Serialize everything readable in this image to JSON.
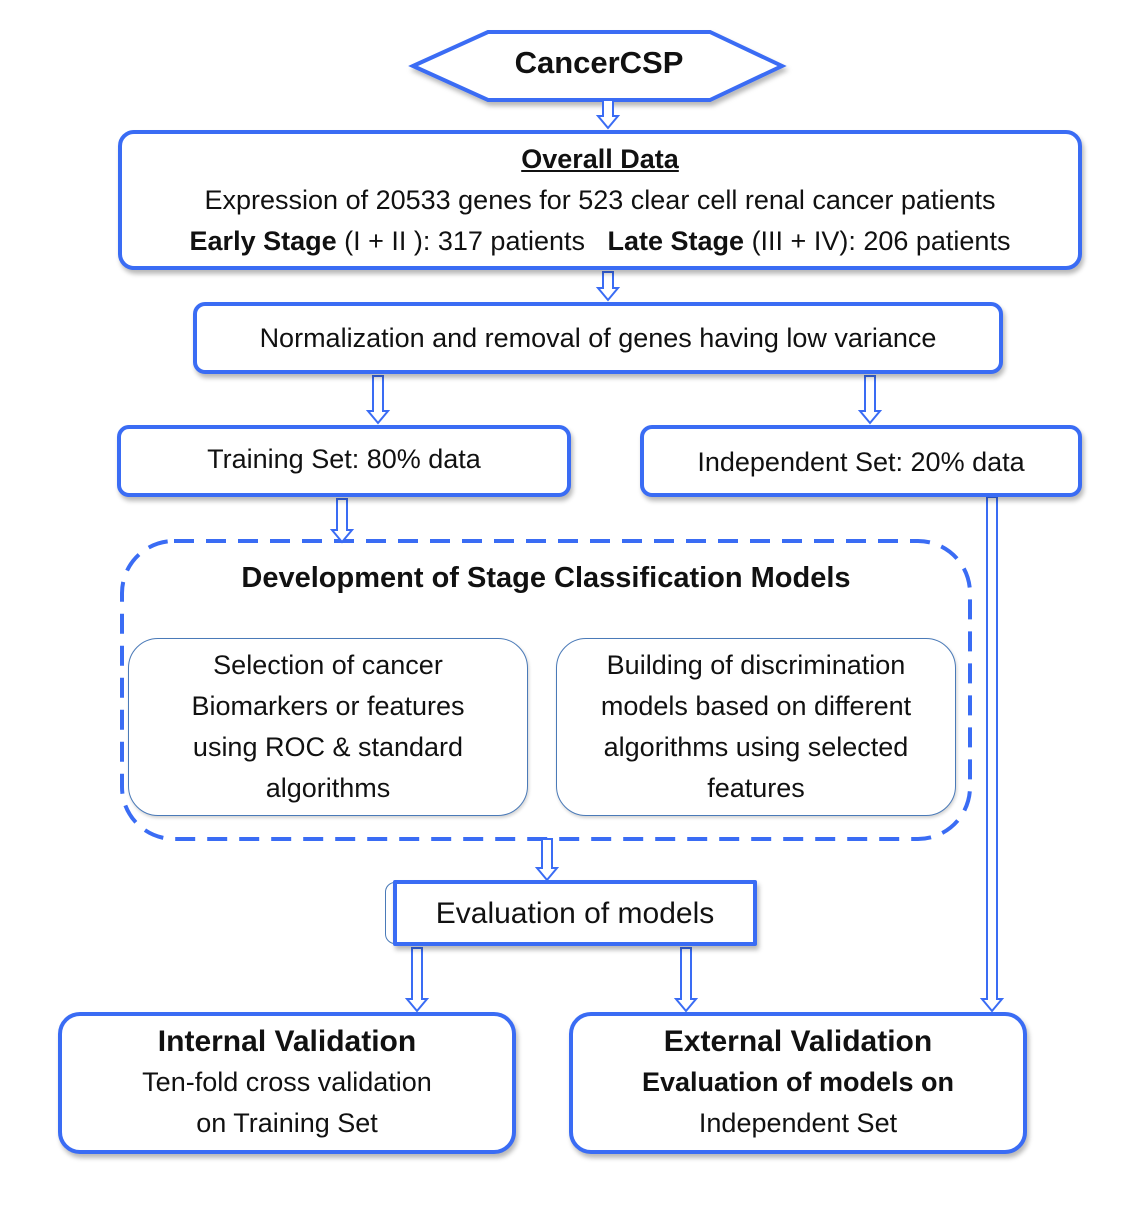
{
  "colors": {
    "accent": "#3a6cf4",
    "inner_border": "#4a7ab8",
    "text": "#111111"
  },
  "start": {
    "label": "CancerCSP"
  },
  "overall": {
    "title": "Overall Data",
    "line1": "Expression of 20533 genes for 523 clear cell renal cancer patients",
    "early_label": "Early Stage",
    "early_detail": " (I + II ): 317 patients",
    "late_label": "Late Stage",
    "late_detail": " (III + IV): 206 patients"
  },
  "normalization": {
    "label": "Normalization and removal of genes having low variance"
  },
  "training": {
    "label": "Training Set: 80% data"
  },
  "independent": {
    "label": "Independent Set: 20% data"
  },
  "development": {
    "title": "Development of Stage Classification Models",
    "selection": [
      "Selection of cancer",
      "Biomarkers or features",
      "using ROC & standard",
      "algorithms"
    ],
    "building": [
      "Building of discrimination",
      "models based on different",
      "algorithms using selected",
      "features"
    ]
  },
  "evaluation": {
    "label": "Evaluation of models"
  },
  "internal": {
    "title": "Internal Validation",
    "line1": "Ten-fold cross validation",
    "line2": "on Training Set"
  },
  "external": {
    "title": "External Validation",
    "line1": "Evaluation of models on",
    "line2": "Independent Set"
  }
}
